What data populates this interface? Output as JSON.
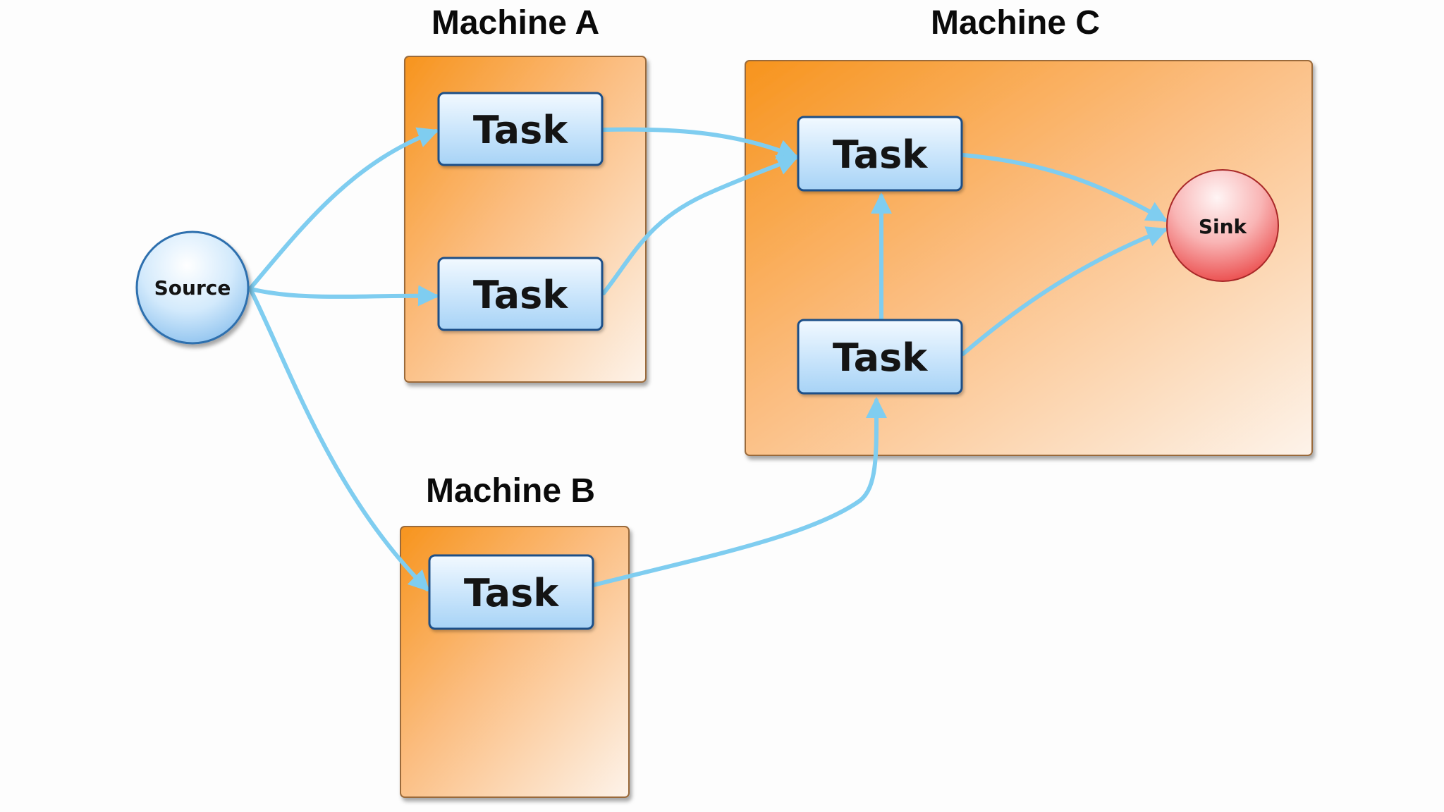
{
  "machines": {
    "a": {
      "label": "Machine A"
    },
    "b": {
      "label": "Machine B"
    },
    "c": {
      "label": "Machine C"
    }
  },
  "nodes": {
    "source": {
      "label": "Source"
    },
    "sink": {
      "label": "Sink"
    }
  },
  "tasks": {
    "a1": {
      "label": "Task"
    },
    "a2": {
      "label": "Task"
    },
    "b1": {
      "label": "Task"
    },
    "c1": {
      "label": "Task"
    },
    "c2": {
      "label": "Task"
    }
  },
  "colors": {
    "machine_orange": "#f7941d",
    "machine_light": "#fdf3ea",
    "task_blue": "#bfe0fb",
    "edge_blue": "#7fcdf0",
    "sink_red": "#f25a5a"
  }
}
